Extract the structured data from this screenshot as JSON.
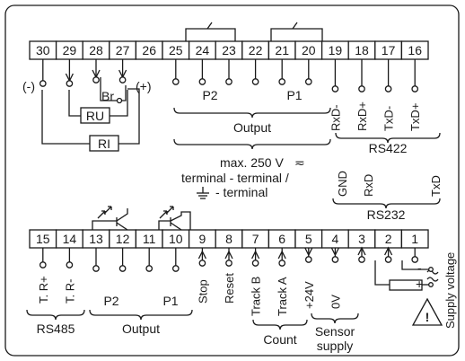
{
  "terminals": {
    "top": [
      "30",
      "29",
      "28",
      "27",
      "26",
      "25",
      "24",
      "23",
      "22",
      "21",
      "20",
      "19",
      "18",
      "17",
      "16"
    ],
    "bottom": [
      "15",
      "14",
      "13",
      "12",
      "11",
      "10",
      "9",
      "8",
      "7",
      "6",
      "5",
      "4",
      "3",
      "2",
      "1"
    ]
  },
  "top_labels": {
    "minus": "(-)",
    "plus": "(+)",
    "bridge": "Br",
    "ru": "RU",
    "ri": "RI",
    "p2": "P2",
    "p1": "P1",
    "output": "Output",
    "rxd_minus": "RxD-",
    "rxd_plus": "RxD+",
    "txd_minus": "TxD-",
    "txd_plus": "TxD+",
    "rs422": "RS422",
    "max_voltage": "max. 250 V",
    "ac_symbol": "≂",
    "terminal_line": "terminal - terminal /",
    "ground_terminal": "- terminal",
    "gnd": "GND",
    "rxd": "RxD",
    "txd": "TxD",
    "rs232": "RS232"
  },
  "bottom_labels": {
    "tr_plus": "T. R+",
    "tr_minus": "T. R-",
    "p2": "P2",
    "p1": "P1",
    "stop": "Stop",
    "reset": "Reset",
    "track_b": "Track B",
    "track_a": "Track A",
    "plus24": "+24V",
    "zero_v": "0V",
    "supply_voltage": "Supply voltage",
    "rs485": "RS485",
    "output": "Output",
    "count": "Count",
    "sensor": "Sensor",
    "supply": "supply",
    "warning": "!",
    "fuse_minus": "-",
    "fuse_plus": "+"
  }
}
